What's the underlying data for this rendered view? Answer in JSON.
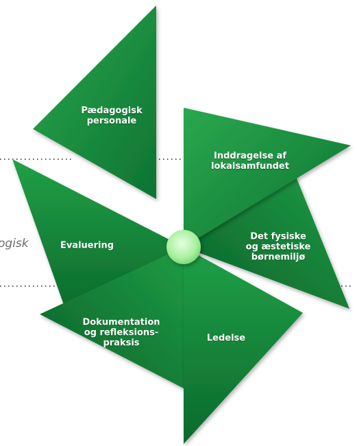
{
  "side_text": "ogisk",
  "segments": [
    {
      "id": "paedagogisk-personale",
      "label": "Pædagogisk\npersonale"
    },
    {
      "id": "inddragelse",
      "label": "Inddragelse af\nlokalsamfundet"
    },
    {
      "id": "fysiske-miljo",
      "label": "Det fysiske\nog æstetiske\nbørnemiljø"
    },
    {
      "id": "ledelse",
      "label": "Ledelse"
    },
    {
      "id": "dokumentation",
      "label": "Dokumentation\nog refleksions-\npraksis"
    },
    {
      "id": "evaluering",
      "label": "Evaluering"
    }
  ],
  "colors": {
    "green_dark": "#0a6a2c",
    "green_mid": "#1b9a44",
    "green_light": "#36b35a",
    "hub": "#b9f5b0",
    "dots": "#555555"
  }
}
